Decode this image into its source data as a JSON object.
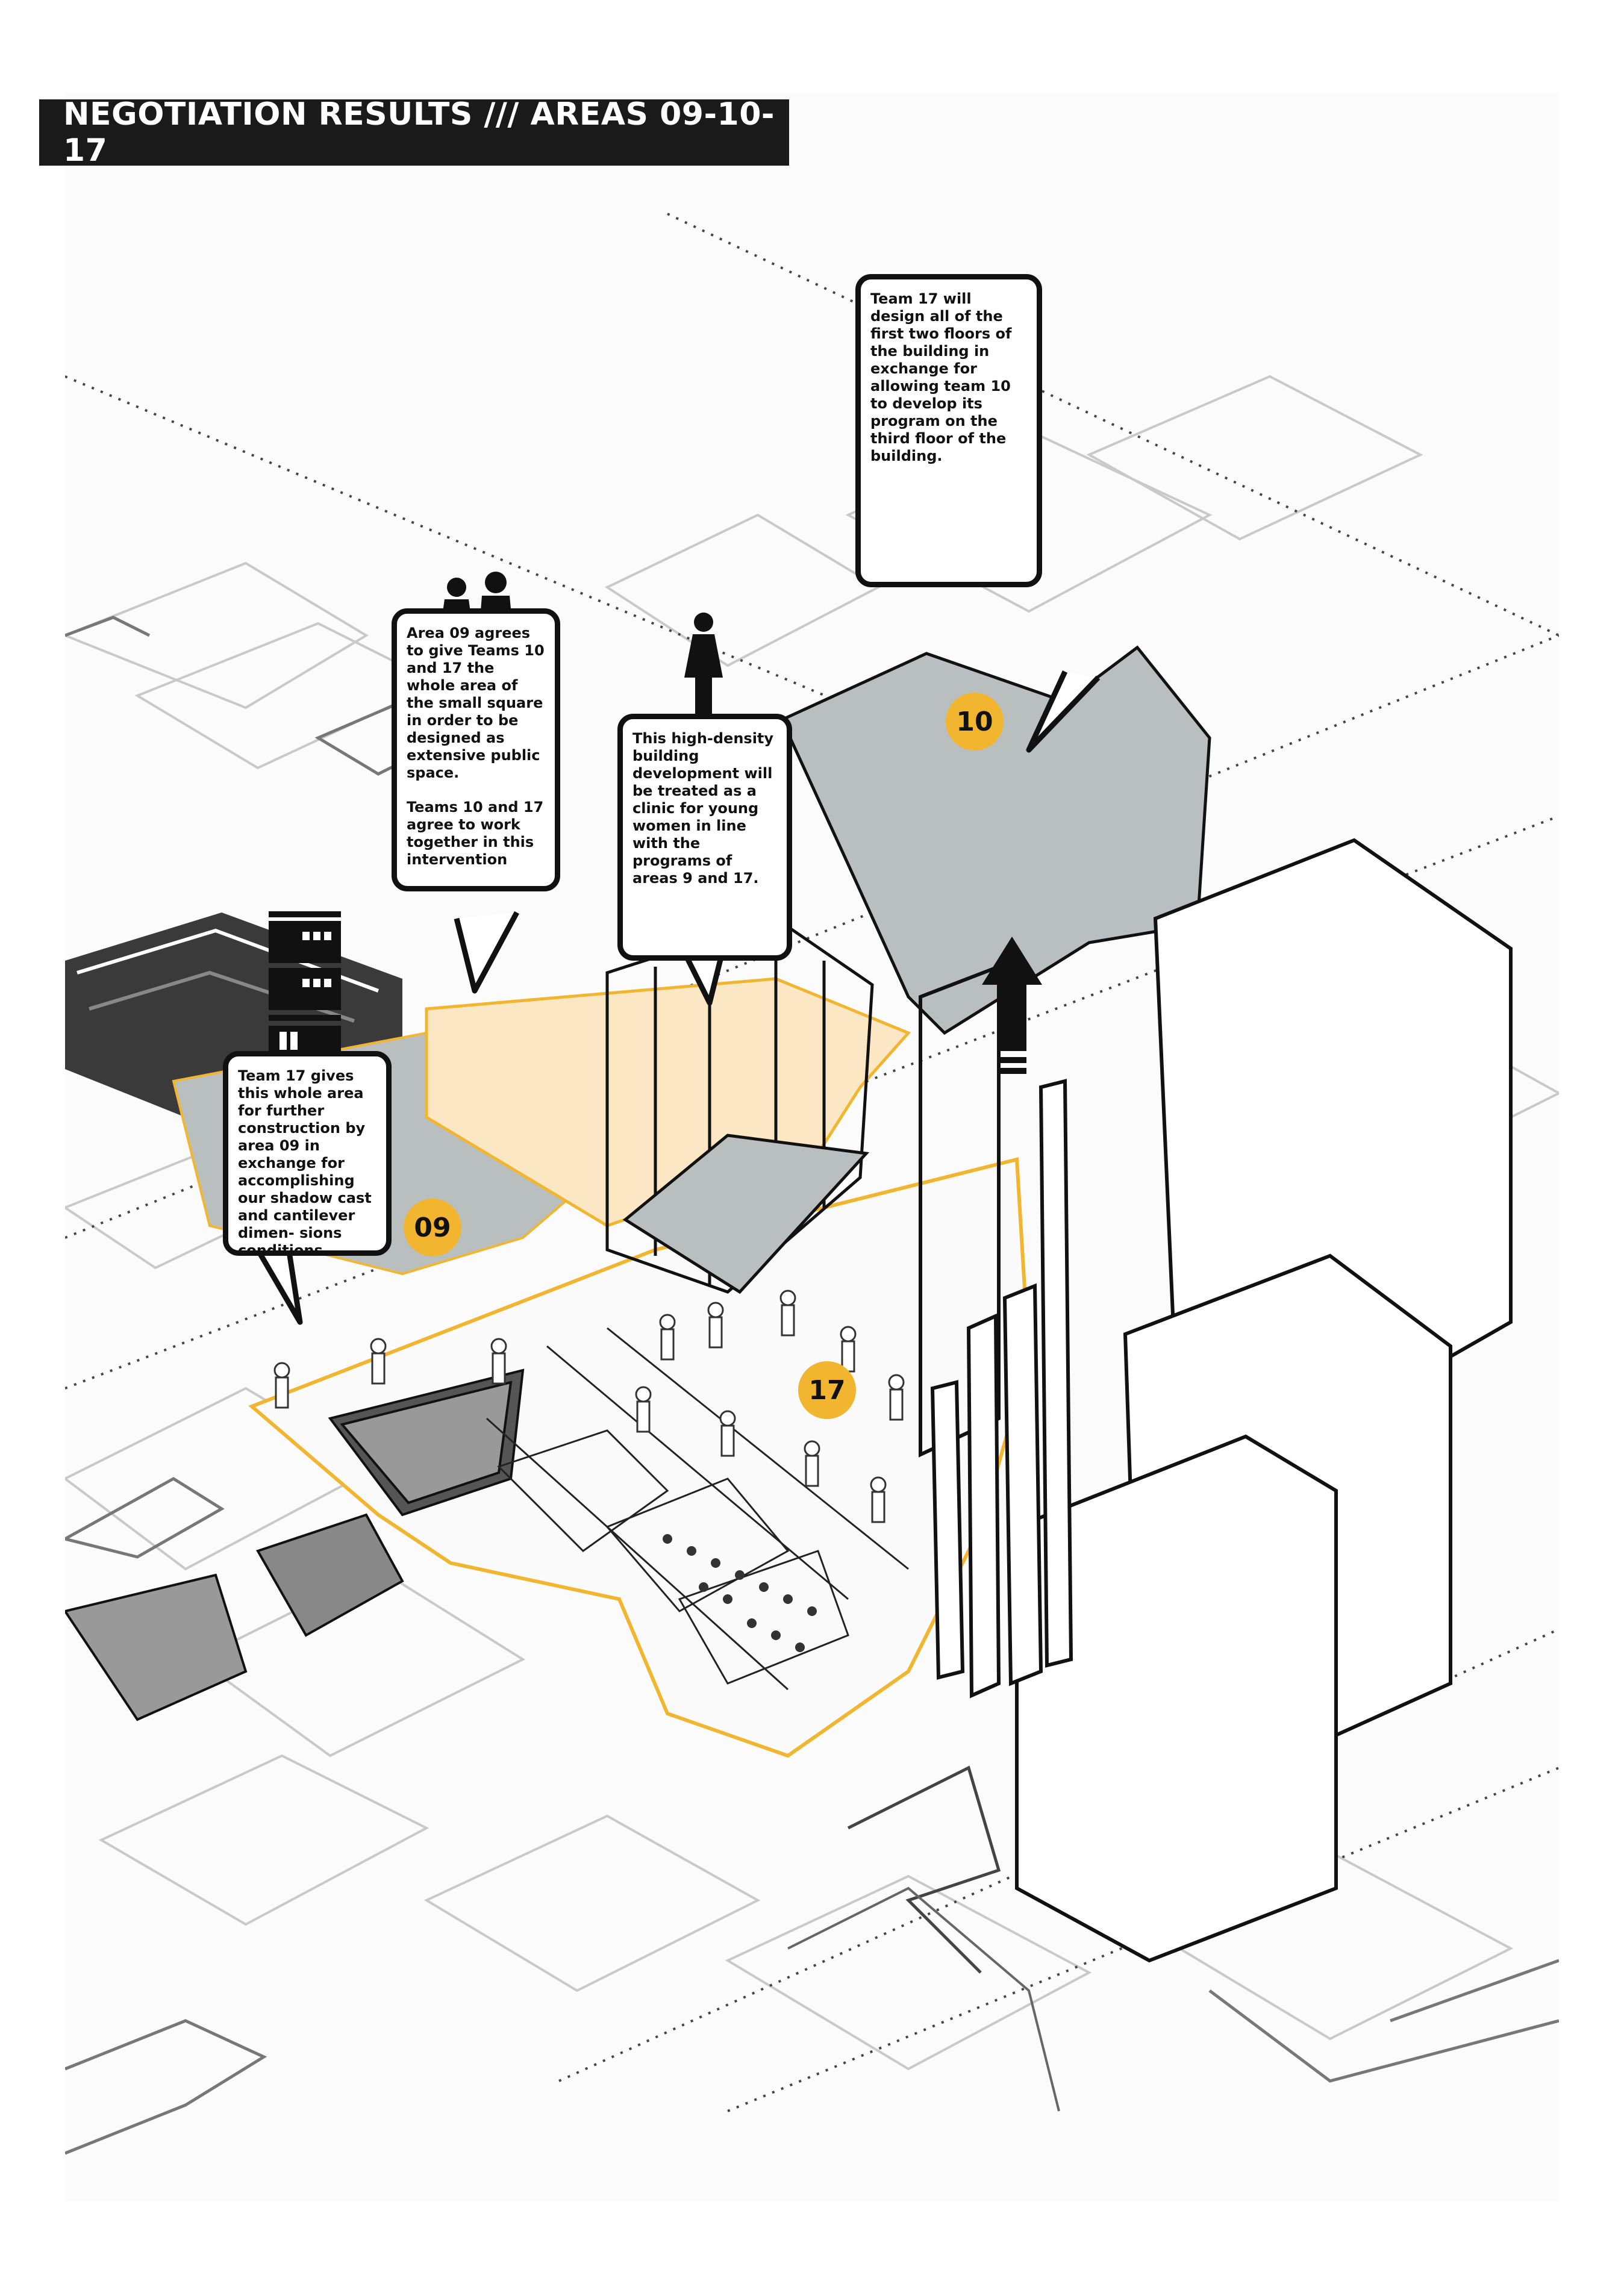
{
  "title": "NEGOTIATION RESULTS /// AREAS 09-10-17",
  "colors": {
    "accent_yellow": "#f2b530",
    "area_fill_yellow": "#fbe7c4",
    "area_fill_grey": "#b9bfbf",
    "ink": "#111111",
    "title_bg": "#1a1a1a"
  },
  "badges": {
    "area_09": "09",
    "area_10": "10",
    "area_17": "17"
  },
  "callouts": {
    "team17_top": {
      "icon": "building-icon",
      "paragraphs": [
        "Team 17 will design all of the first two floors of the building in exchange for allowing team 10 to develop its program on the third floor of the building."
      ]
    },
    "area09": {
      "icon": "couple-icon",
      "paragraphs": [
        "Area 09 agrees to give Teams 10 and 17 the whole area of the small square in order to be designed as extensive public space.",
        "Teams 10 and 17 agree to work together in this intervention"
      ]
    },
    "clinic": {
      "icon": "woman-icon",
      "paragraphs": [
        "This high-density building development will be treated as a clinic for young women in line with the programs of areas 9 and 17."
      ]
    },
    "team17_left": {
      "icon": "tower-icon",
      "paragraphs": [
        "Team 17 gives this whole area for further construction by area 09 in exchange for accomplishing our shadow cast and cantilever dimen- sions conditions"
      ]
    }
  }
}
